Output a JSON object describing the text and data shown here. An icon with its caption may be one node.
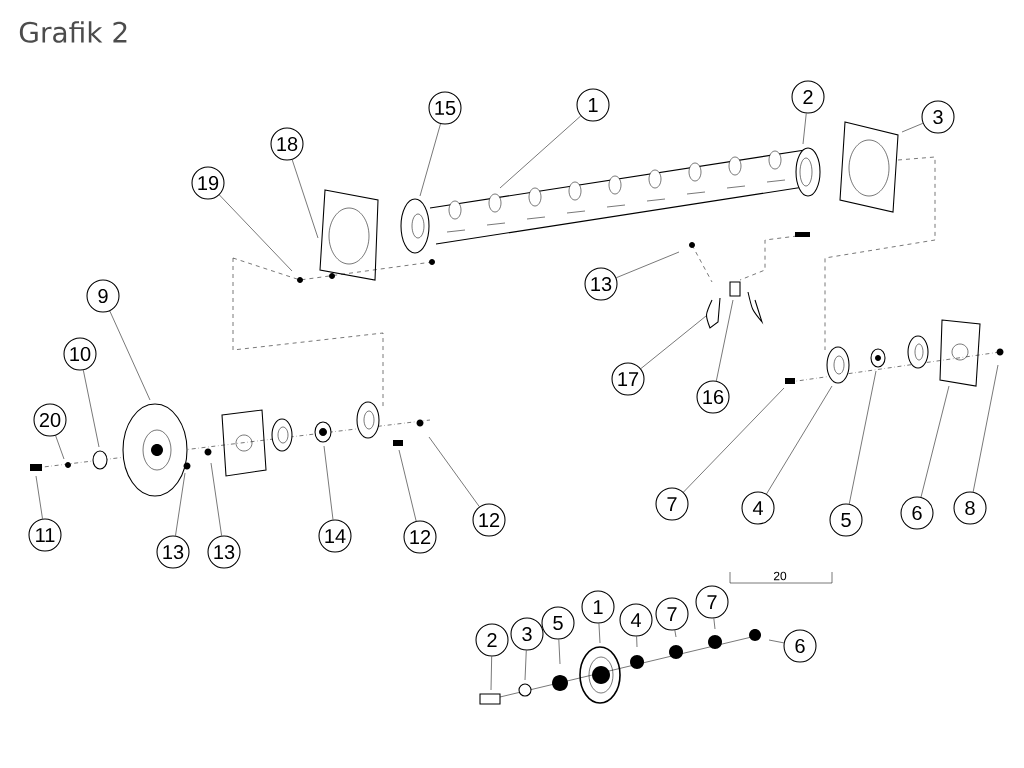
{
  "diagram": {
    "title": "Grafik 2",
    "nodes": [
      {
        "text": [
          "15"
        ]
      },
      {
        "text": [
          "1"
        ]
      },
      {
        "text": [
          "2"
        ]
      },
      {
        "text": [
          "3"
        ]
      },
      {
        "text": [
          "18"
        ]
      },
      {
        "text": [
          "19"
        ]
      },
      {
        "text": [
          "9"
        ]
      },
      {
        "text": [
          "10"
        ]
      },
      {
        "text": [
          "20"
        ]
      },
      {
        "text": [
          "13"
        ]
      },
      {
        "text": [
          "17"
        ]
      },
      {
        "text": [
          "16"
        ]
      },
      {
        "text": [
          "11"
        ]
      },
      {
        "text": [
          "13"
        ]
      },
      {
        "text": [
          "13"
        ]
      },
      {
        "text": [
          "14"
        ]
      },
      {
        "text": [
          "12"
        ]
      },
      {
        "text": [
          "12"
        ]
      },
      {
        "text": [
          "7"
        ]
      },
      {
        "text": [
          "4"
        ]
      },
      {
        "text": [
          "5"
        ]
      },
      {
        "text": [
          "6"
        ]
      },
      {
        "text": [
          "8"
        ]
      },
      {
        "text": [
          "2"
        ]
      },
      {
        "text": [
          "3"
        ]
      },
      {
        "text": [
          "5"
        ]
      },
      {
        "text": [
          "1"
        ]
      },
      {
        "text": [
          "4"
        ]
      },
      {
        "text": [
          "7"
        ]
      },
      {
        "text": [
          "7"
        ]
      },
      {
        "text": [
          "6"
        ]
      }
    ],
    "edges": [
      {
        "from": 0,
        "to": null,
        "arrow": "none"
      },
      {
        "from": 1,
        "to": null,
        "arrow": "none"
      },
      {
        "from": 2,
        "to": null,
        "arrow": "none"
      },
      {
        "from": 3,
        "to": null,
        "arrow": "none"
      },
      {
        "from": 4,
        "to": null,
        "arrow": "none"
      },
      {
        "from": 5,
        "to": null,
        "arrow": "none"
      },
      {
        "from": 6,
        "to": null,
        "arrow": "none"
      },
      {
        "from": 7,
        "to": null,
        "arrow": "none"
      },
      {
        "from": 8,
        "to": null,
        "arrow": "none"
      },
      {
        "from": 9,
        "to": null,
        "arrow": "none"
      },
      {
        "from": 10,
        "to": null,
        "arrow": "none"
      },
      {
        "from": 11,
        "to": null,
        "arrow": "none"
      },
      {
        "from": 12,
        "to": null,
        "arrow": "none"
      },
      {
        "from": 13,
        "to": null,
        "arrow": "none"
      },
      {
        "from": 14,
        "to": null,
        "arrow": "none"
      },
      {
        "from": 15,
        "to": null,
        "arrow": "none"
      },
      {
        "from": 16,
        "to": null,
        "arrow": "none"
      },
      {
        "from": 17,
        "to": null,
        "arrow": "none"
      },
      {
        "from": 18,
        "to": null,
        "arrow": "none"
      },
      {
        "from": 19,
        "to": null,
        "arrow": "none"
      },
      {
        "from": 20,
        "to": null,
        "arrow": "none"
      },
      {
        "from": 21,
        "to": null,
        "arrow": "none"
      },
      {
        "from": 22,
        "to": null,
        "arrow": "none"
      },
      {
        "from": 23,
        "to": null,
        "arrow": "none"
      },
      {
        "from": 24,
        "to": null,
        "arrow": "none"
      },
      {
        "from": 25,
        "to": null,
        "arrow": "none"
      },
      {
        "from": 26,
        "to": null,
        "arrow": "none"
      },
      {
        "from": 27,
        "to": null,
        "arrow": "none"
      },
      {
        "from": 28,
        "to": null,
        "arrow": "none"
      },
      {
        "from": 29,
        "to": null,
        "arrow": "none"
      },
      {
        "from": 30,
        "to": null,
        "arrow": "none"
      }
    ],
    "labels": [
      "20"
    ]
  }
}
